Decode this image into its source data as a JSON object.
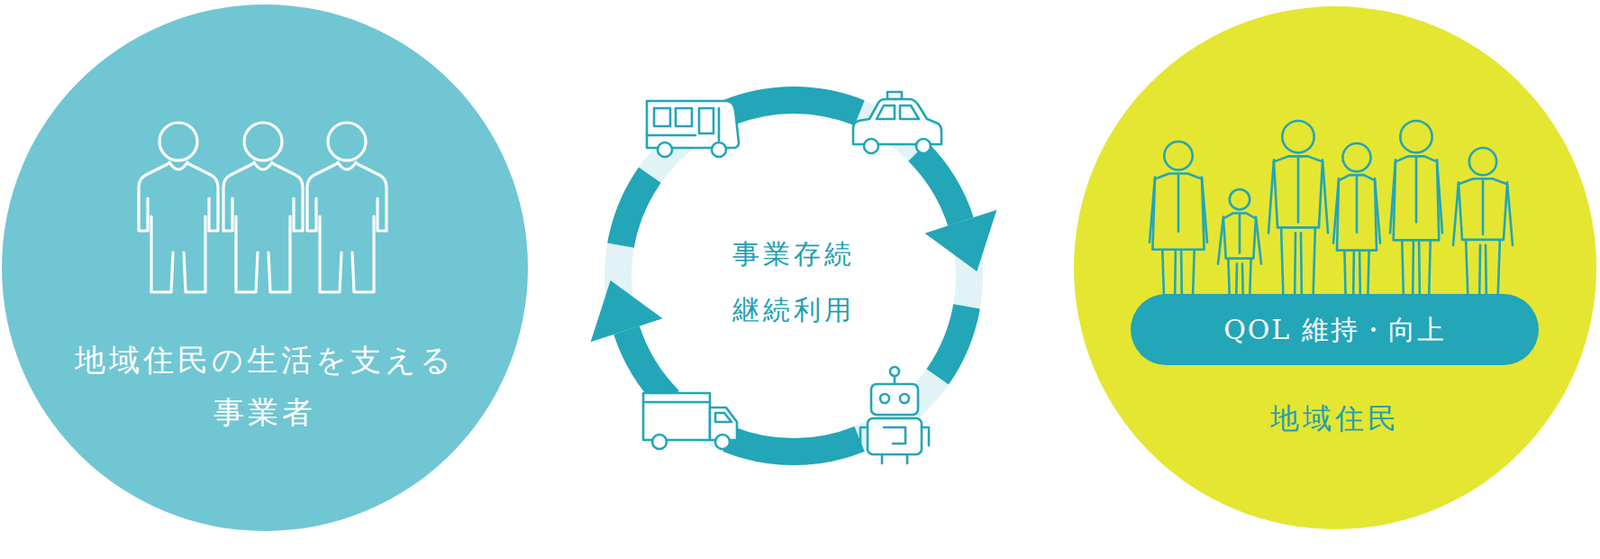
{
  "diagram": {
    "nodes": [
      {
        "text": [
          "地域住民の生活を支える 事業者"
        ]
      },
      {
        "text": [
          "地域住民"
        ]
      },
      {
        "text": [
          "QOL 維持・向上"
        ],
        "in": 1
      }
    ],
    "labels": [
      "事業存続",
      "継続利用"
    ]
  }
}
